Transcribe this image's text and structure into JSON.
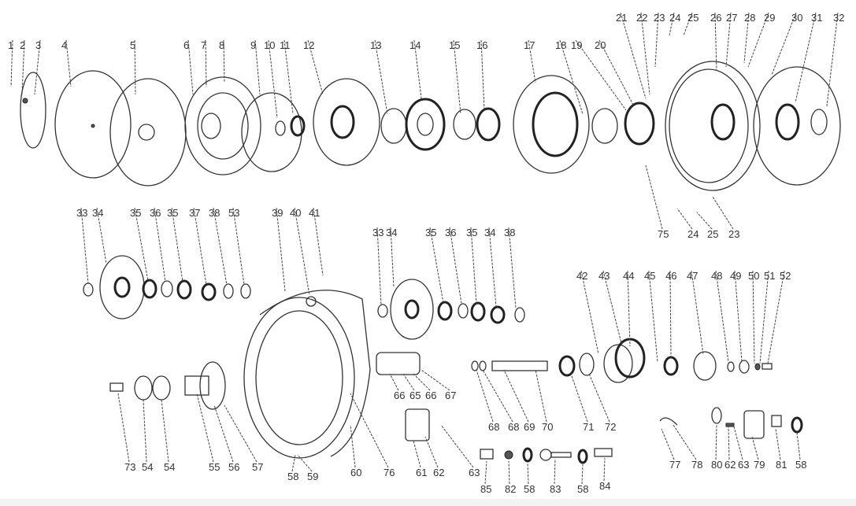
{
  "diagram": {
    "type": "exploded-parts-diagram",
    "callouts": [
      "1",
      "2",
      "3",
      "4",
      "5",
      "6",
      "7",
      "8",
      "9",
      "10",
      "11",
      "12",
      "13",
      "14",
      "15",
      "16",
      "17",
      "18",
      "19",
      "20",
      "21",
      "22",
      "23",
      "24",
      "25",
      "26",
      "27",
      "28",
      "29",
      "30",
      "31",
      "32",
      "75",
      "24",
      "25",
      "23",
      "33",
      "34",
      "35",
      "36",
      "35",
      "37",
      "38",
      "53",
      "39",
      "40",
      "41",
      "33",
      "34",
      "35",
      "36",
      "35",
      "34",
      "38",
      "42",
      "43",
      "44",
      "45",
      "46",
      "47",
      "48",
      "49",
      "50",
      "51",
      "52",
      "73",
      "54",
      "54",
      "55",
      "56",
      "57",
      "58",
      "59",
      "60",
      "76",
      "61",
      "62",
      "63",
      "66",
      "65",
      "66",
      "67",
      "68",
      "68",
      "69",
      "70",
      "71",
      "72",
      "85",
      "82",
      "58",
      "83",
      "58",
      "84",
      "77",
      "78",
      "80",
      "62",
      "63",
      "79",
      "81",
      "58"
    ]
  }
}
